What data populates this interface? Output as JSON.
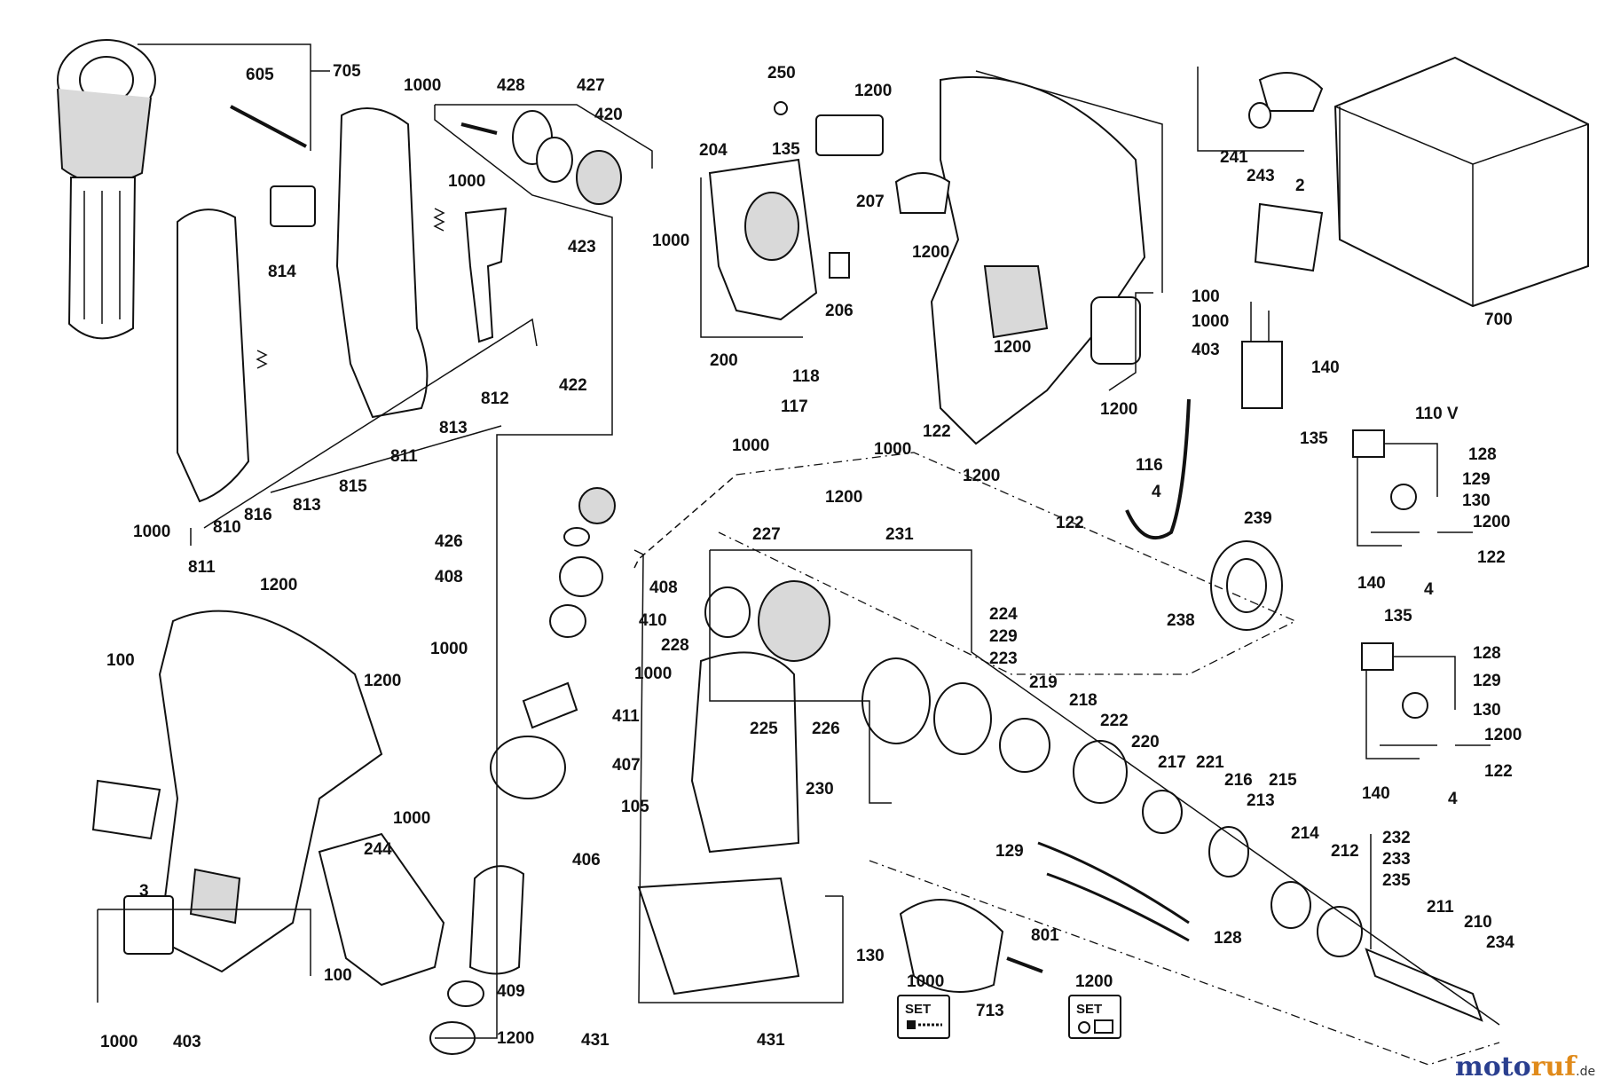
{
  "labels": [
    {
      "id": "705",
      "text": "705"
    },
    {
      "id": "605",
      "text": "605"
    },
    {
      "id": "1000a",
      "text": "1000"
    },
    {
      "id": "428",
      "text": "428"
    },
    {
      "id": "427",
      "text": "427"
    },
    {
      "id": "420",
      "text": "420"
    },
    {
      "id": "1000b",
      "text": "1000"
    },
    {
      "id": "423",
      "text": "423"
    },
    {
      "id": "814",
      "text": "814"
    },
    {
      "id": "812",
      "text": "812"
    },
    {
      "id": "813a",
      "text": "813"
    },
    {
      "id": "811a",
      "text": "811"
    },
    {
      "id": "813b",
      "text": "813"
    },
    {
      "id": "815",
      "text": "815"
    },
    {
      "id": "816",
      "text": "816"
    },
    {
      "id": "810",
      "text": "810"
    },
    {
      "id": "811b",
      "text": "811"
    },
    {
      "id": "1000c",
      "text": "1000"
    },
    {
      "id": "422",
      "text": "422"
    },
    {
      "id": "204",
      "text": "204"
    },
    {
      "id": "1000d",
      "text": "1000"
    },
    {
      "id": "206",
      "text": "206"
    },
    {
      "id": "200",
      "text": "200"
    },
    {
      "id": "250",
      "text": "250"
    },
    {
      "id": "1200a",
      "text": "1200"
    },
    {
      "id": "135a",
      "text": "135"
    },
    {
      "id": "207",
      "text": "207"
    },
    {
      "id": "1200b",
      "text": "1200"
    },
    {
      "id": "100a",
      "text": "100"
    },
    {
      "id": "1000e",
      "text": "1000"
    },
    {
      "id": "1200c",
      "text": "1200"
    },
    {
      "id": "403a",
      "text": "403"
    },
    {
      "id": "118",
      "text": "118"
    },
    {
      "id": "117",
      "text": "117"
    },
    {
      "id": "1000f",
      "text": "1000"
    },
    {
      "id": "1000g",
      "text": "1000"
    },
    {
      "id": "122a",
      "text": "122"
    },
    {
      "id": "1200d",
      "text": "1200"
    },
    {
      "id": "1200e",
      "text": "1200"
    },
    {
      "id": "1200f",
      "text": "1200"
    },
    {
      "id": "122b",
      "text": "122"
    },
    {
      "id": "241",
      "text": "241"
    },
    {
      "id": "243",
      "text": "243"
    },
    {
      "id": "2",
      "text": "2"
    },
    {
      "id": "700",
      "text": "700"
    },
    {
      "id": "140a",
      "text": "140"
    },
    {
      "id": "116",
      "text": "116"
    },
    {
      "id": "4a",
      "text": "4"
    },
    {
      "id": "239",
      "text": "239"
    },
    {
      "id": "238",
      "text": "238"
    },
    {
      "id": "110v",
      "text": "110 V"
    },
    {
      "id": "135b",
      "text": "135"
    },
    {
      "id": "128a",
      "text": "128"
    },
    {
      "id": "129a",
      "text": "129"
    },
    {
      "id": "130a",
      "text": "130"
    },
    {
      "id": "1200g",
      "text": "1200"
    },
    {
      "id": "122c",
      "text": "122"
    },
    {
      "id": "140b",
      "text": "140"
    },
    {
      "id": "4b",
      "text": "4"
    },
    {
      "id": "135c",
      "text": "135"
    },
    {
      "id": "128b",
      "text": "128"
    },
    {
      "id": "129b",
      "text": "129"
    },
    {
      "id": "130b",
      "text": "130"
    },
    {
      "id": "1200h",
      "text": "1200"
    },
    {
      "id": "122d",
      "text": "122"
    },
    {
      "id": "140c",
      "text": "140"
    },
    {
      "id": "4c",
      "text": "4"
    },
    {
      "id": "1200i",
      "text": "1200"
    },
    {
      "id": "100b",
      "text": "100"
    },
    {
      "id": "1200j",
      "text": "1200"
    },
    {
      "id": "1000h",
      "text": "1000"
    },
    {
      "id": "3",
      "text": "3"
    },
    {
      "id": "244",
      "text": "244"
    },
    {
      "id": "100c",
      "text": "100"
    },
    {
      "id": "1000i",
      "text": "1000"
    },
    {
      "id": "403b",
      "text": "403"
    },
    {
      "id": "426",
      "text": "426"
    },
    {
      "id": "408a",
      "text": "408"
    },
    {
      "id": "408b",
      "text": "408"
    },
    {
      "id": "410",
      "text": "410"
    },
    {
      "id": "1000j",
      "text": "1000"
    },
    {
      "id": "1000k",
      "text": "1000"
    },
    {
      "id": "411",
      "text": "411"
    },
    {
      "id": "407",
      "text": "407"
    },
    {
      "id": "406",
      "text": "406"
    },
    {
      "id": "409",
      "text": "409"
    },
    {
      "id": "1200k",
      "text": "1200"
    },
    {
      "id": "227",
      "text": "227"
    },
    {
      "id": "231",
      "text": "231"
    },
    {
      "id": "228",
      "text": "228"
    },
    {
      "id": "224",
      "text": "224"
    },
    {
      "id": "229",
      "text": "229"
    },
    {
      "id": "223",
      "text": "223"
    },
    {
      "id": "219",
      "text": "219"
    },
    {
      "id": "218",
      "text": "218"
    },
    {
      "id": "222",
      "text": "222"
    },
    {
      "id": "220",
      "text": "220"
    },
    {
      "id": "217",
      "text": "217"
    },
    {
      "id": "221",
      "text": "221"
    },
    {
      "id": "216",
      "text": "216"
    },
    {
      "id": "215",
      "text": "215"
    },
    {
      "id": "213",
      "text": "213"
    },
    {
      "id": "214",
      "text": "214"
    },
    {
      "id": "212",
      "text": "212"
    },
    {
      "id": "225",
      "text": "225"
    },
    {
      "id": "226",
      "text": "226"
    },
    {
      "id": "230",
      "text": "230"
    },
    {
      "id": "105",
      "text": "105"
    },
    {
      "id": "130c",
      "text": "130"
    },
    {
      "id": "431a",
      "text": "431"
    },
    {
      "id": "431b",
      "text": "431"
    },
    {
      "id": "129c",
      "text": "129"
    },
    {
      "id": "128c",
      "text": "128"
    },
    {
      "id": "232",
      "text": "232"
    },
    {
      "id": "233",
      "text": "233"
    },
    {
      "id": "235",
      "text": "235"
    },
    {
      "id": "211",
      "text": "211"
    },
    {
      "id": "210",
      "text": "210"
    },
    {
      "id": "234",
      "text": "234"
    },
    {
      "id": "801",
      "text": "801"
    },
    {
      "id": "713",
      "text": "713"
    },
    {
      "id": "1000l",
      "text": "1000"
    },
    {
      "id": "1200l",
      "text": "1200"
    }
  ],
  "set_badges": [
    {
      "id": "set1",
      "text": "SET"
    },
    {
      "id": "set2",
      "text": "SET"
    }
  ],
  "watermark": {
    "part1": "moto",
    "part2": "ruf",
    "suffix": ".de"
  }
}
